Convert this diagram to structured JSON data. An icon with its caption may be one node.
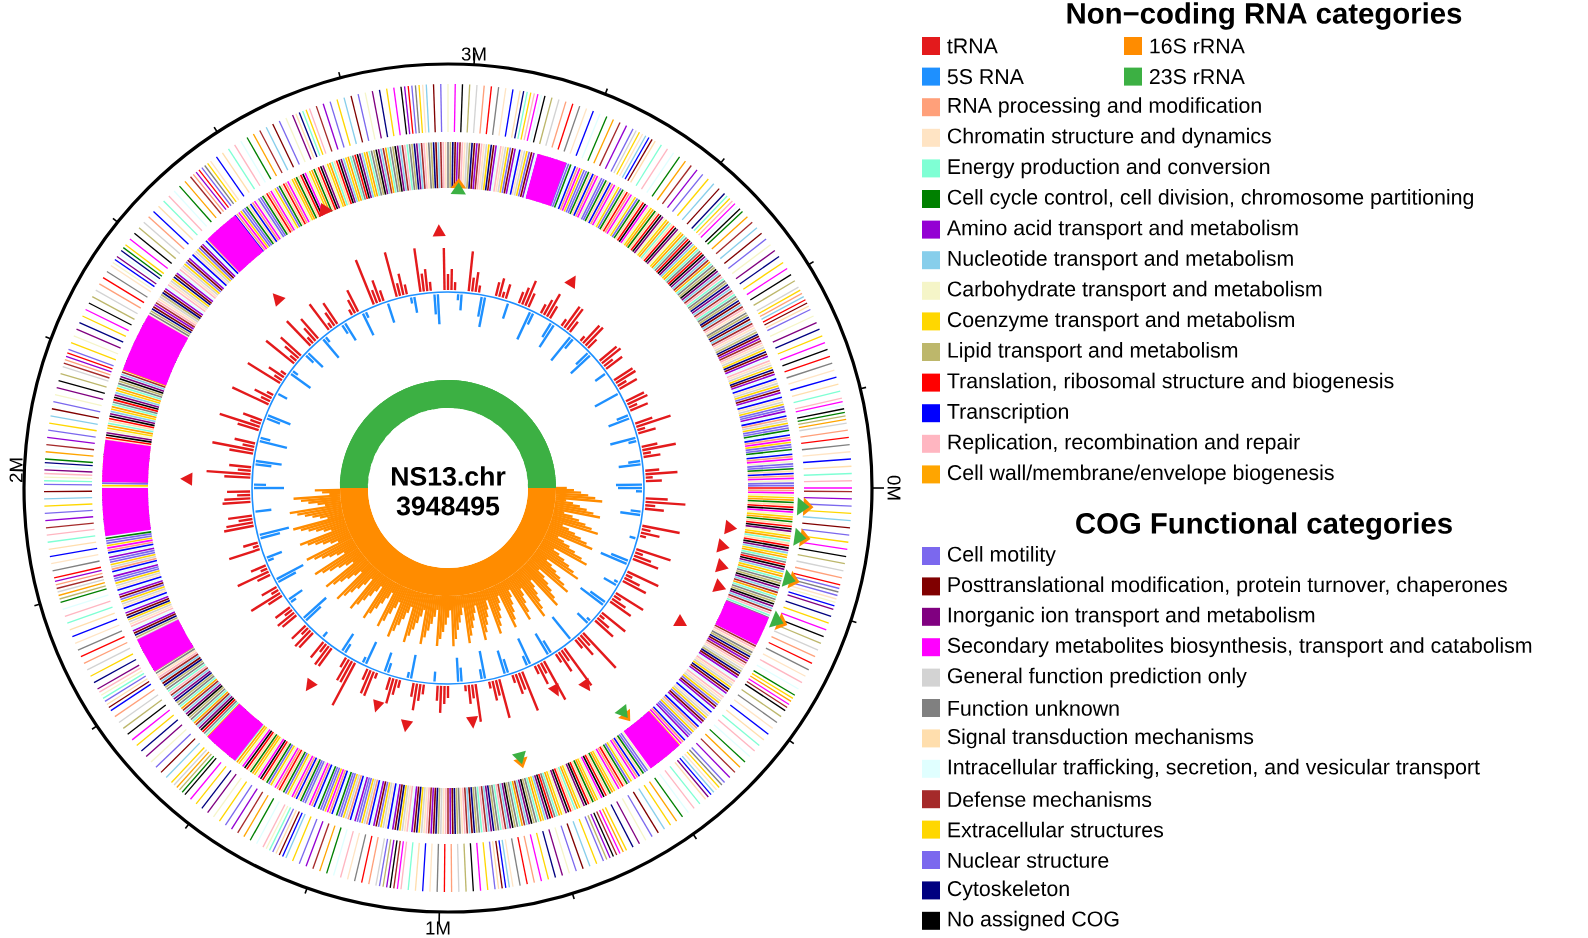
{
  "diagram": {
    "labels": [
      "3M",
      "2M",
      "NS13.chr",
      "3948495",
      "0M",
      "1M",
      "Non−coding RNA categories",
      "COG Functional categories"
    ],
    "legend": [
      {
        "text": "tRNA",
        "color": "#e31a1c"
      },
      {
        "text": "16S rRNA",
        "color": "#ff8c00"
      },
      {
        "text": "5S RNA",
        "color": "#1e90ff"
      },
      {
        "text": "23S rRNA",
        "color": "#3cb043"
      },
      {
        "text": "RNA processing and modification",
        "color": "#ffa07a"
      },
      {
        "text": "Chromatin structure and dynamics",
        "color": "#ffe4c4"
      },
      {
        "text": "Energy production and conversion",
        "color": "#7fffd4"
      },
      {
        "text": "Cell cycle control, cell division, chromosome partitioning",
        "color": "#008000"
      },
      {
        "text": "Amino acid transport and metabolism",
        "color": "#9400d3"
      },
      {
        "text": "Nucleotide transport and metabolism",
        "color": "#87ceeb"
      },
      {
        "text": "Carbohydrate transport and metabolism",
        "color": "#f5f5c8"
      },
      {
        "text": "Coenzyme transport and metabolism",
        "color": "#ffd700"
      },
      {
        "text": "Lipid transport and metabolism",
        "color": "#bdb76b"
      },
      {
        "text": "Translation, ribosomal structure and biogenesis",
        "color": "#ff0000"
      },
      {
        "text": "Transcription",
        "color": "#0000ff"
      },
      {
        "text": "Replication, recombination and repair",
        "color": "#ffb6c1"
      },
      {
        "text": "Cell wall/membrane/envelope biogenesis",
        "color": "#ffa500"
      },
      {
        "text": "Cell motility",
        "color": "#7b68ee"
      },
      {
        "text": "Posttranslational modification, protein turnover, chaperones",
        "color": "#800000"
      },
      {
        "text": "Inorganic ion transport and metabolism",
        "color": "#800080"
      },
      {
        "text": "Secondary metabolites biosynthesis, transport and catabolism",
        "color": "#ff00ff"
      },
      {
        "text": "General function prediction only",
        "color": "#d3d3d3"
      },
      {
        "text": "Function unknown",
        "color": "#808080"
      },
      {
        "text": "Signal transduction mechanisms",
        "color": "#ffdead"
      },
      {
        "text": "Intracellular trafficking, secretion, and vesicular transport",
        "color": "#e0ffff"
      },
      {
        "text": "Defense mechanisms",
        "color": "#a52a2a"
      },
      {
        "text": "Extracellular structures",
        "color": "#ffd700"
      },
      {
        "text": "Nuclear structure",
        "color": "#7b68ee"
      },
      {
        "text": "Cytoskeleton",
        "color": "#000080"
      },
      {
        "text": "No assigned COG",
        "color": "#000000"
      }
    ]
  }
}
